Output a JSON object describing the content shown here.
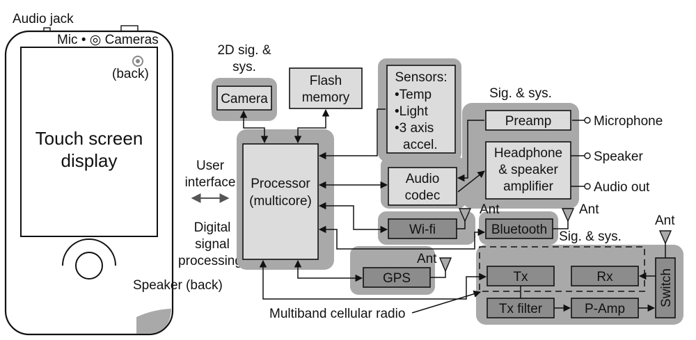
{
  "phone": {
    "audio_jack": "Audio jack",
    "mic_cameras": "Mic • ◎ Cameras",
    "back": "(back)",
    "screen_line1": "Touch screen",
    "screen_line2": "display",
    "speaker_back": "Speaker (back)"
  },
  "labels": {
    "user_interface_1": "User",
    "user_interface_2": "interface",
    "dsp_1": "Digital",
    "dsp_2": "signal",
    "dsp_3": "processing",
    "sig2d_1": "2D sig. &",
    "sig2d_2": "sys.",
    "sigsys_top": "Sig. & sys.",
    "sigsys_bottom": "Sig. & sys.",
    "multiband": "Multiband cellular radio",
    "ant": "Ant"
  },
  "blocks": {
    "camera": "Camera",
    "flash_1": "Flash",
    "flash_2": "memory",
    "sensors_title": "Sensors:",
    "sensor_items": [
      "•Temp",
      "•Light",
      "•3 axis",
      "accel."
    ],
    "processor_1": "Processor",
    "processor_2": "(multicore)",
    "audio_codec_1": "Audio",
    "audio_codec_2": "codec",
    "preamp": "Preamp",
    "headphone_1": "Headphone",
    "headphone_2": "& speaker",
    "headphone_3": "amplifier",
    "wifi": "Wi-fi",
    "bluetooth": "Bluetooth",
    "gps": "GPS",
    "tx": "Tx",
    "rx": "Rx",
    "tx_filter": "Tx filter",
    "p_amp": "P-Amp",
    "switch": "Switch"
  },
  "outputs": {
    "microphone": "Microphone",
    "speaker": "Speaker",
    "audio_out": "Audio out"
  },
  "colors": {
    "shade": "#a9a9a9",
    "light_box": "#dcdcdc",
    "dark_box": "#8c8c8c"
  }
}
